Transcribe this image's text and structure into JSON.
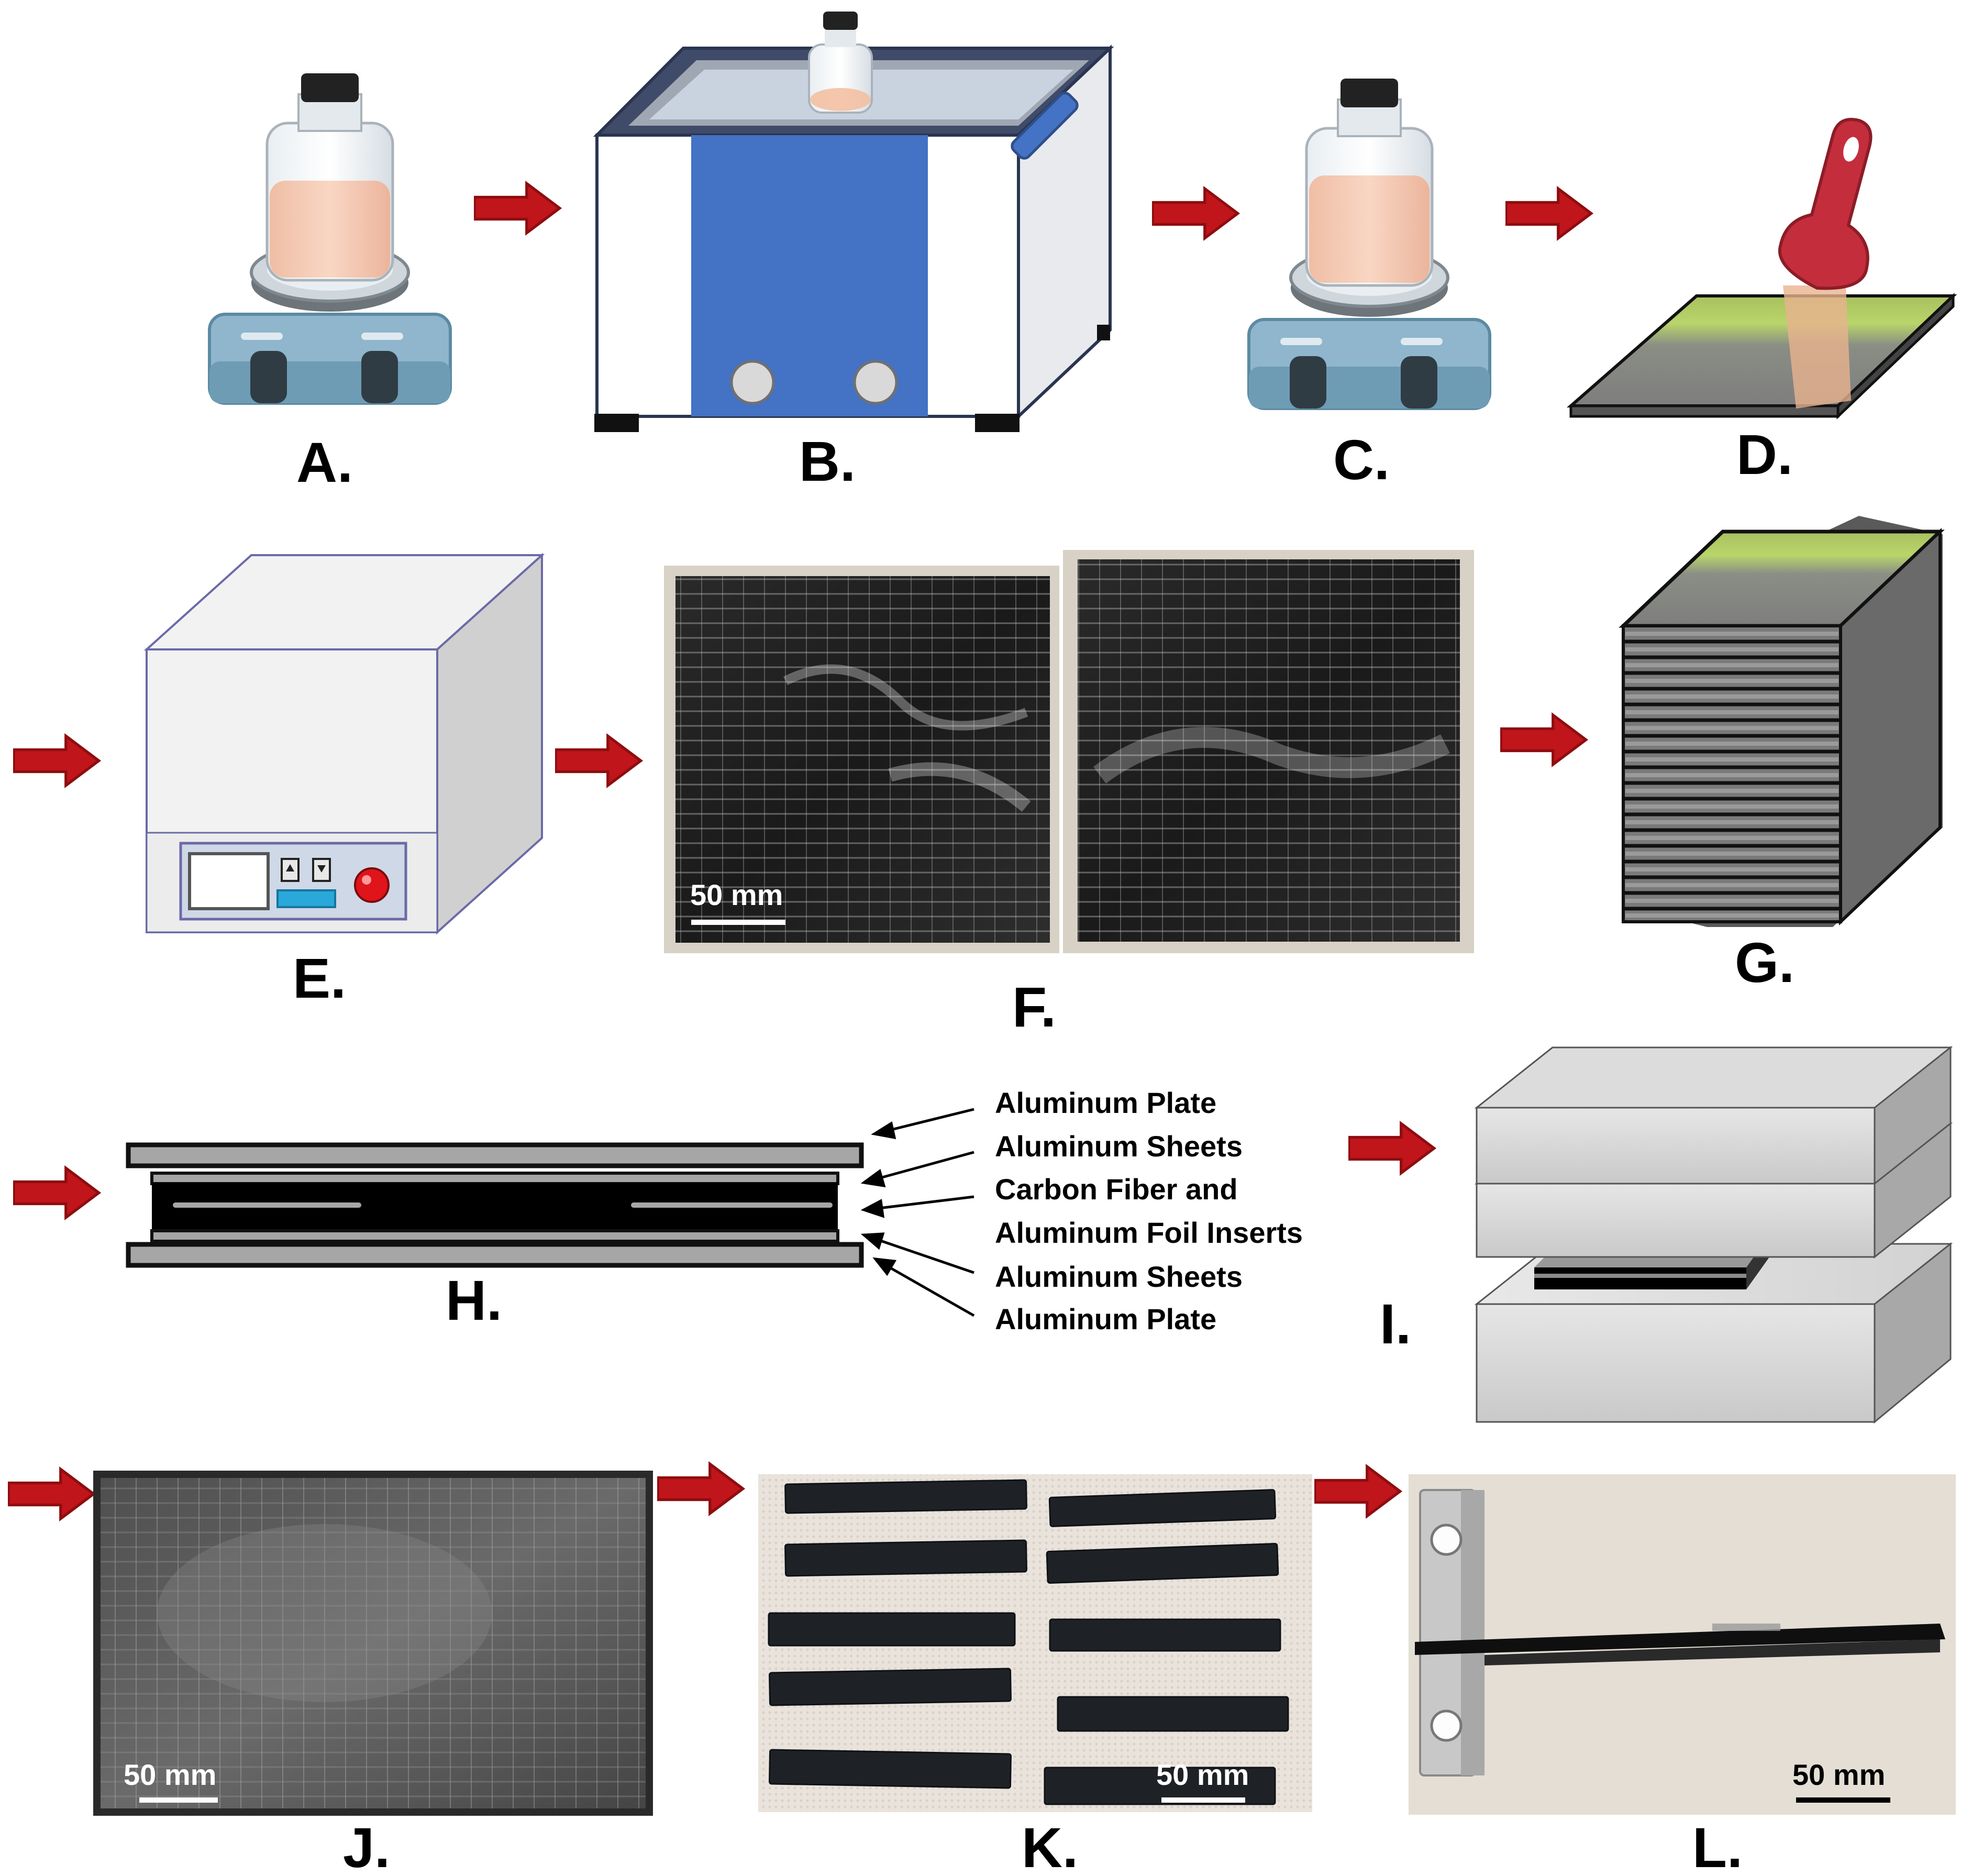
{
  "panels": {
    "A": "A.",
    "B": "B.",
    "C": "C.",
    "D": "D.",
    "E": "E.",
    "F": "F.",
    "G": "G.",
    "H": "H.",
    "I": "I.",
    "J": "J.",
    "K": "K.",
    "L": "L."
  },
  "callouts": [
    "Aluminum Plate",
    "Aluminum Sheets",
    "Carbon Fiber and",
    "Aluminum Foil Inserts",
    "Aluminum Sheets",
    "Aluminum Plate"
  ],
  "scale_bar": "50 mm",
  "colors": {
    "arrow": "#c0151b",
    "sonicator_blue": "#4472c4",
    "stirrer_blue": "#8fb6cc",
    "carbon": "#1d1d1d",
    "resin": "#f2c4a8",
    "brush": "#c42d3c"
  }
}
